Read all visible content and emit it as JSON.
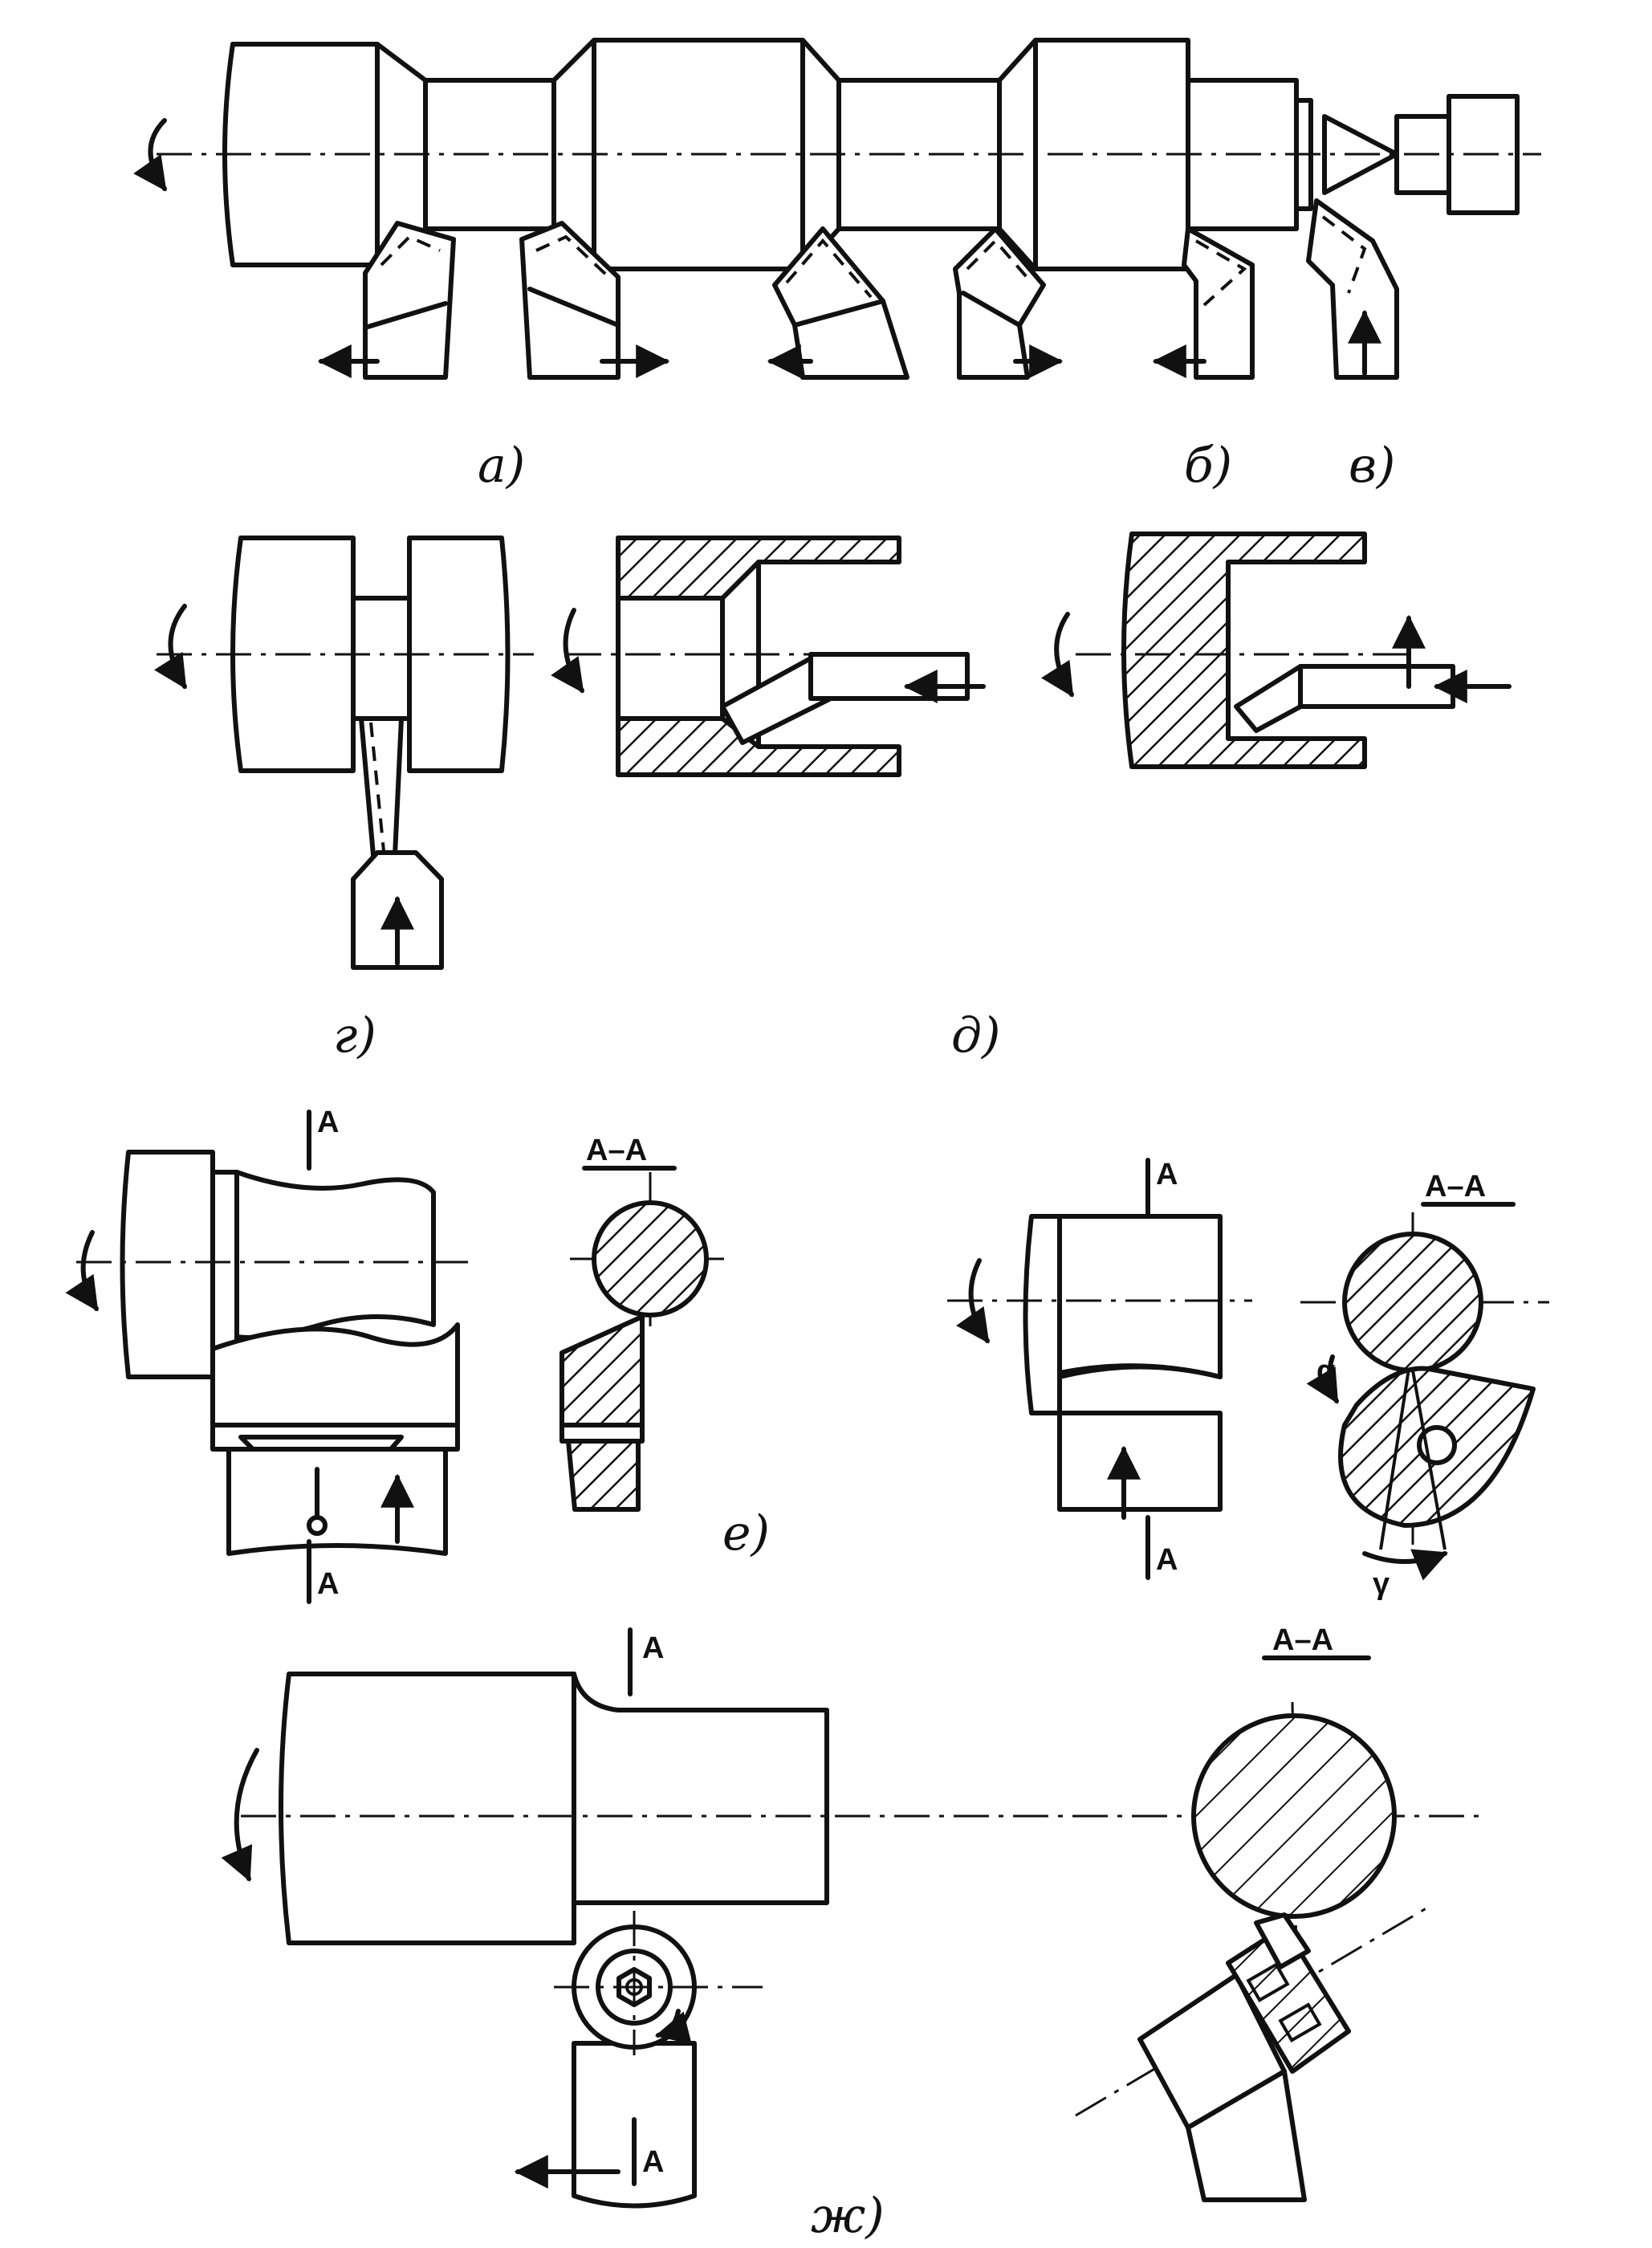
{
  "labels": {
    "a": "а)",
    "b": "б)",
    "v": "в)",
    "g": "г)",
    "d": "д)",
    "e": "е)",
    "zh": "ж)"
  },
  "section_marks": {
    "A": "A",
    "AA": "A–A",
    "alpha": "α",
    "gamma": "γ"
  }
}
